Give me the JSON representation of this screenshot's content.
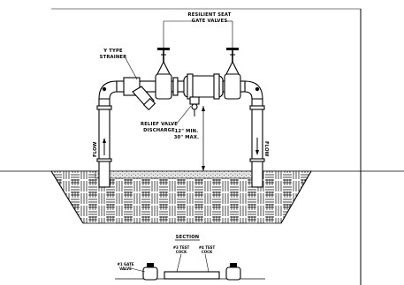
{
  "labels": {
    "resilient_seat_line1": "RESILIENT SEAT",
    "resilient_seat_line2": "GATE VALVES",
    "y_strainer_line1": "Y TYPE",
    "y_strainer_line2": "STRAINER",
    "relief_line1": "RELIEF VALVE",
    "relief_line2": "DISCHARGE",
    "clearance_line1": "12\" MIN.",
    "clearance_line2": "30\" MAX.",
    "flow_left": "FLOW",
    "flow_right": "FLOW",
    "section_title": "SECTION",
    "gate_valve_line1": "#1 GATE",
    "gate_valve_line2": "VALVE",
    "test_cock_a_line1": "#3 TEST",
    "test_cock_a_line2": "COCK",
    "test_cock_b_line1": "#4 TEST",
    "test_cock_b_line2": "COCK"
  },
  "colors": {
    "ink": "#000000",
    "paper": "#ffffff",
    "gravel": "#9a9a9a"
  }
}
